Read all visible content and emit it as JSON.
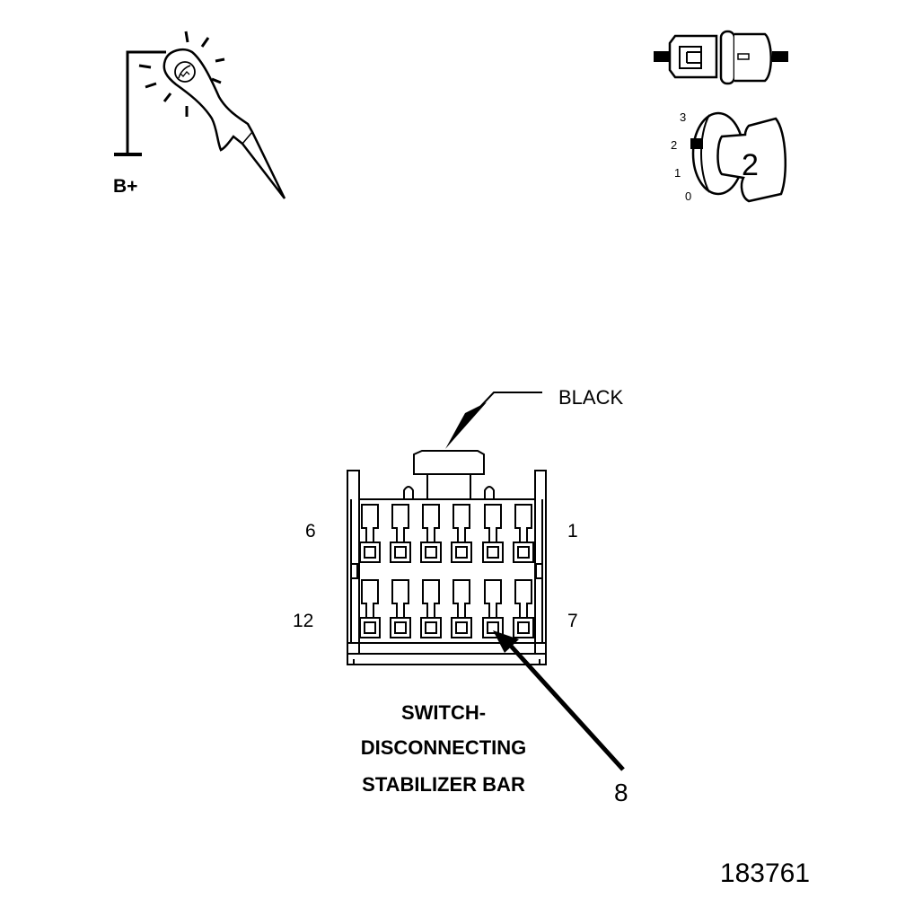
{
  "test_light": {
    "supply_label": "B+"
  },
  "ignition": {
    "positions": [
      "3",
      "2",
      "1",
      "0"
    ],
    "key_position": "2"
  },
  "connector": {
    "color_label": "BLACK",
    "pin_left_top": "6",
    "pin_right_top": "1",
    "pin_left_bottom": "12",
    "pin_right_bottom": "7",
    "name_lines": [
      "SWITCH-",
      "DISCONNECTING",
      "STABILIZER BAR"
    ],
    "probe_pin": "8"
  },
  "figure_number": "183761"
}
